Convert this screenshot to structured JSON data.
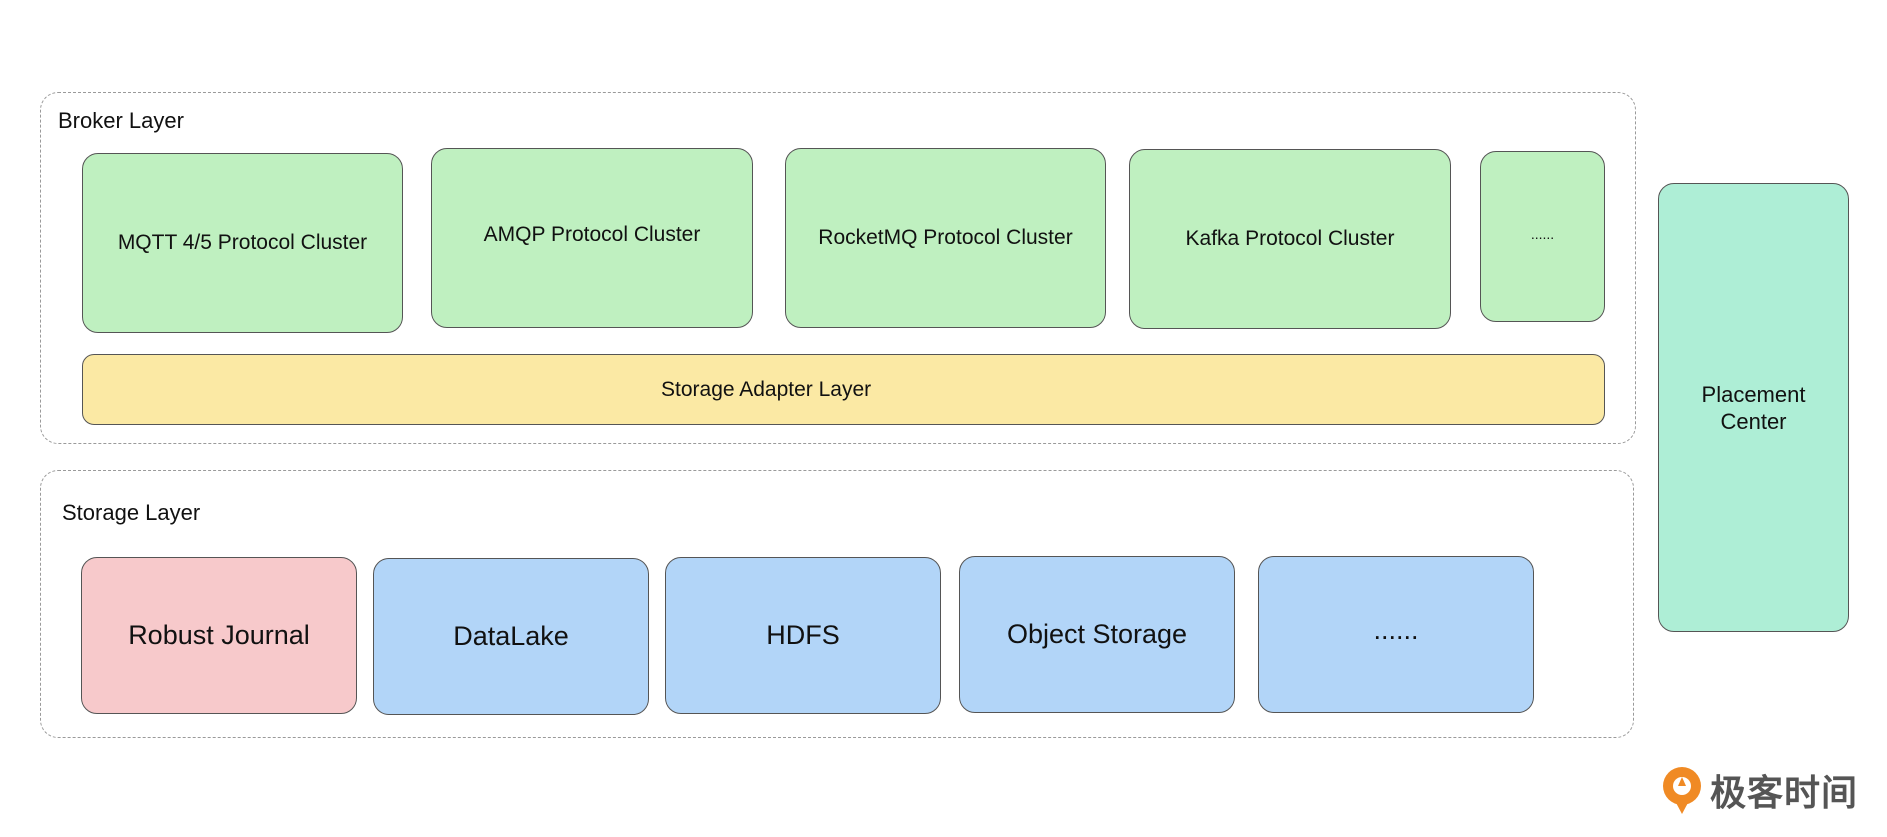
{
  "broker_layer": {
    "title": "Broker Layer",
    "clusters": [
      "MQTT 4/5  Protocol Cluster",
      "AMQP Protocol Cluster",
      "RocketMQ Protocol Cluster",
      "Kafka Protocol Cluster",
      "......"
    ],
    "adapter": "Storage Adapter Layer"
  },
  "storage_layer": {
    "title": "Storage Layer",
    "items": [
      "Robust Journal",
      "DataLake",
      "HDFS",
      "Object Storage",
      "......"
    ]
  },
  "placement_center": {
    "line1": "Placement",
    "line2": "Center"
  },
  "watermark": {
    "text": "极客时间"
  },
  "colors": {
    "protocol_cluster": "#bff0c0",
    "storage_adapter": "#fbe9a4",
    "robust_journal": "#f7c9cb",
    "storage_backend": "#b2d5f8",
    "placement_center": "#aeeed6",
    "logo_orange": "#f08a24"
  }
}
